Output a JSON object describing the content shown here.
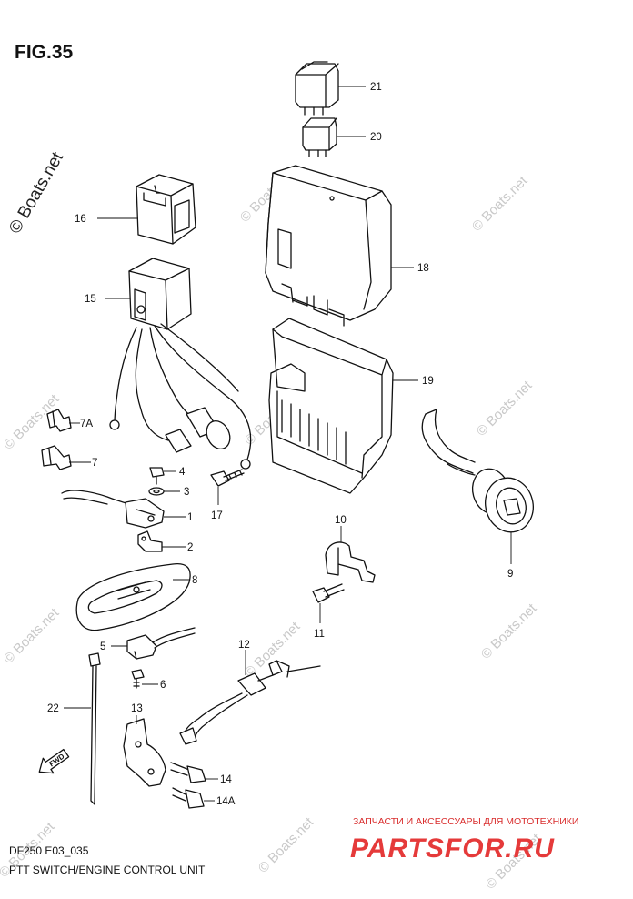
{
  "figure": {
    "title": "FIG.35",
    "model_code": "DF250 E03_035",
    "caption": "PTT SWITCH/ENGINE CONTROL UNIT"
  },
  "watermark": {
    "primary": "© Boats.net",
    "repeat": "© Boats.net"
  },
  "advert": {
    "tagline": "ЗАПЧАСТИ И АКСЕССУАРЫ ДЛЯ МОТОТЕХНИКИ",
    "logo": "PARTSFOR.RU"
  },
  "direction_marker": "FWD",
  "callouts": {
    "c1": "1",
    "c2": "2",
    "c3": "3",
    "c4": "4",
    "c5": "5",
    "c6": "6",
    "c7": "7",
    "c7a": "7A",
    "c8": "8",
    "c9": "9",
    "c10": "10",
    "c11": "11",
    "c12": "12",
    "c13": "13",
    "c14": "14",
    "c14a": "14A",
    "c15": "15",
    "c16": "16",
    "c17": "17",
    "c18": "18",
    "c19": "19",
    "c20": "20",
    "c21": "21",
    "c22": "22"
  },
  "colors": {
    "line": "#111111",
    "watermark": "#c9c9c9",
    "advert_red": "#e53a3a"
  }
}
